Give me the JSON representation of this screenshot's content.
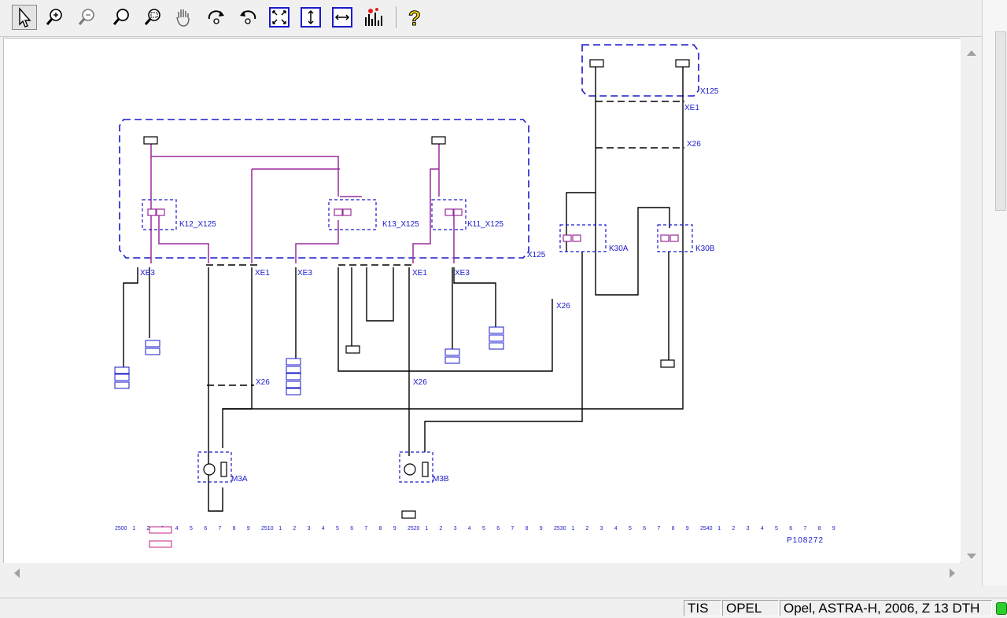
{
  "toolbar": {
    "buttons": [
      {
        "name": "select-tool-button",
        "icon": "select-arrow-icon",
        "active": true
      },
      {
        "name": "zoom-in-button",
        "icon": "zoom-in-icon"
      },
      {
        "name": "zoom-out-button",
        "icon": "zoom-out-icon"
      },
      {
        "name": "zoom-button",
        "icon": "magnifier-icon"
      },
      {
        "name": "zoom-window-button",
        "icon": "zoom-window-icon"
      },
      {
        "name": "pan-button",
        "icon": "hand-icon"
      },
      {
        "name": "rotate-cw-button",
        "icon": "rotate-cw-icon"
      },
      {
        "name": "rotate-ccw-button",
        "icon": "rotate-ccw-icon"
      },
      {
        "name": "fit-all-button",
        "icon": "fit-all-icon"
      },
      {
        "name": "fit-height-button",
        "icon": "fit-height-icon"
      },
      {
        "name": "fit-width-button",
        "icon": "fit-width-icon"
      },
      {
        "name": "highlight-button",
        "icon": "highlight-icon"
      },
      {
        "name": "help-button",
        "icon": "help-icon"
      }
    ]
  },
  "diagram": {
    "colors": {
      "blue": "#1a1acc",
      "purple": "#9a2b9a",
      "black": "#000000"
    },
    "labels": {
      "x125_top": "X125",
      "xe1_top": "XE1",
      "x26_top": "X26",
      "k12": "K12_X125",
      "k13": "K13_X125",
      "k11": "K11_X125",
      "x125_mid": "X125",
      "xe3_a": "XE3",
      "xe1_a": "XE1",
      "xe3_b": "XE3",
      "xe1_b": "XE1",
      "xe3_c": "XE3",
      "k30a": "K30A",
      "k30b": "K30B",
      "x26_right": "X26",
      "x26_left": "X26",
      "x26_mid": "X26",
      "m3a": "M3A",
      "m3b": "M3B",
      "ref": "P108272"
    },
    "grid_sections": [
      "2500",
      "2510",
      "2520",
      "2530",
      "2540"
    ],
    "grid_digits": [
      "1",
      "2",
      "3",
      "4",
      "5",
      "6",
      "7",
      "8",
      "9"
    ]
  },
  "status": {
    "pane1": "TIS",
    "pane2": "OPEL",
    "pane3": "Opel, ASTRA-H, 2006, Z 13 DTH"
  }
}
